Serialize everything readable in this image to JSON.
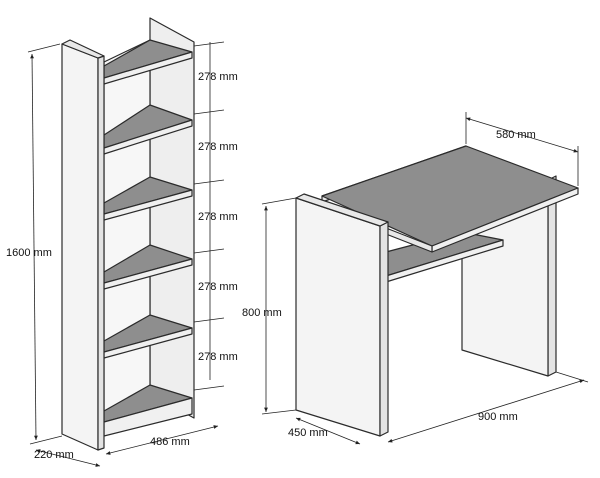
{
  "bookcase": {
    "height_label": "1600 mm",
    "depth_label": "220 mm",
    "width_label": "486 mm",
    "shelf_spacing_labels": [
      "278 mm",
      "278 mm",
      "278 mm",
      "278 mm",
      "278 mm"
    ]
  },
  "desk": {
    "top_depth_label": "580 mm",
    "height_label": "800 mm",
    "depth_label": "450 mm",
    "width_label": "900 mm"
  },
  "colors": {
    "panel": "#f4f4f4",
    "panel_side": "#e6e6e6",
    "shelf": "#8e8e8e",
    "line": "#2b2b2b"
  }
}
